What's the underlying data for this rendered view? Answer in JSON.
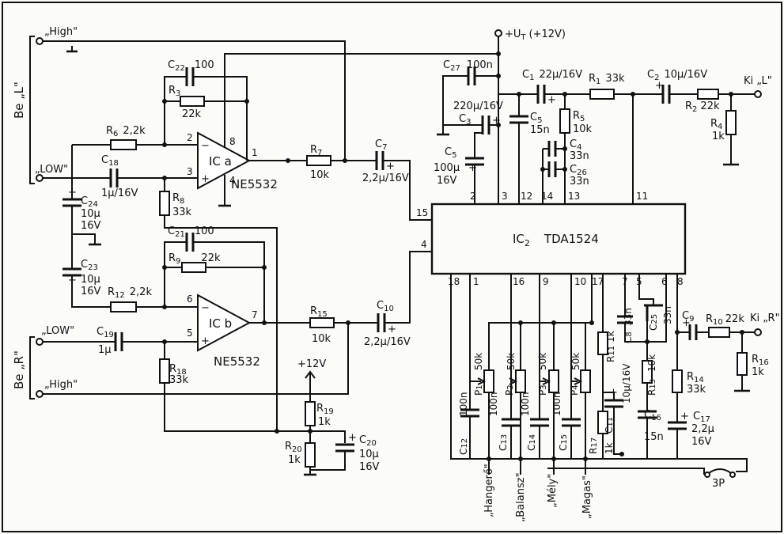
{
  "inputs": {
    "left_high": "„High\"",
    "left_low": "„LOW\"",
    "left_label": "Be „L\"",
    "right_low": "„LOW\"",
    "right_high": "„High\"",
    "right_label": "Be „R\""
  },
  "supply": {
    "ut": "+U",
    "ut_sub": "T",
    "ut_val": "(+12V)",
    "v12": "+12V"
  },
  "opamps": {
    "a_name": "IC a",
    "a_part": "NE5532",
    "b_name": "IC b",
    "b_part": "NE5532"
  },
  "ic2": {
    "name": "IC",
    "sub": "2",
    "part": "TDA1524"
  },
  "pins": {
    "top": [
      "2",
      "3",
      "12",
      "14",
      "13",
      "11"
    ],
    "left": [
      "15",
      "4"
    ],
    "bottom": [
      "18",
      "1",
      "16",
      "9",
      "10",
      "17",
      "7",
      "5",
      "6",
      "8"
    ],
    "opa": {
      "in_minus": "2",
      "in_plus": "3",
      "v_plus": "8",
      "out": "1",
      "v_minus": "4"
    },
    "opb": {
      "in_minus": "6",
      "in_plus": "5",
      "out": "7"
    }
  },
  "components": {
    "C22": [
      "C",
      "22",
      "100"
    ],
    "R3": [
      "R",
      "3",
      "22k"
    ],
    "R6": [
      "R",
      "6",
      "2,2k"
    ],
    "C18": [
      "C",
      "18",
      "1µ/16V"
    ],
    "R8": [
      "R",
      "8",
      "33k"
    ],
    "C24": [
      "C",
      "24",
      "10µ",
      "16V"
    ],
    "C23": [
      "C",
      "23",
      "10µ",
      "16V"
    ],
    "R7": [
      "R",
      "7",
      "10k"
    ],
    "C7": [
      "C",
      "7",
      "2,2µ/16V"
    ],
    "C21": [
      "C",
      "21",
      "100"
    ],
    "R9": [
      "R",
      "9",
      "22k"
    ],
    "R12": [
      "R",
      "12",
      "2,2k"
    ],
    "C19": [
      "C",
      "19",
      "1µ"
    ],
    "R18": [
      "R",
      "18",
      "33k"
    ],
    "R15": [
      "R",
      "15",
      "10k"
    ],
    "C10": [
      "C",
      "10",
      "2,2µ/16V"
    ],
    "R19": [
      "R",
      "19",
      "1k"
    ],
    "R20": [
      "R",
      "20",
      "1k"
    ],
    "C20": [
      "C",
      "20",
      "10µ",
      "16V"
    ],
    "C27": [
      "C",
      "27",
      "100n"
    ],
    "C3": [
      "C",
      "3",
      "220µ/16V"
    ],
    "C5top": [
      "C",
      "5",
      "15n"
    ],
    "C5": [
      "C",
      "5",
      "100µ",
      "16V"
    ],
    "C1": [
      "C",
      "1",
      "22µ/16V"
    ],
    "R1": [
      "R",
      "1",
      "33k"
    ],
    "R5": [
      "R",
      "5",
      "10k"
    ],
    "C4": [
      "C",
      "4",
      "33n"
    ],
    "C26": [
      "C",
      "26",
      "33n"
    ],
    "C2": [
      "C",
      "2",
      "10µ/16V"
    ],
    "R2": [
      "R",
      "2",
      "22k"
    ],
    "R4": [
      "R",
      "4",
      "1k"
    ],
    "C12": [
      "C",
      "12",
      "100n"
    ],
    "P1": [
      "P",
      "1",
      "50k"
    ],
    "C13": [
      "C",
      "13",
      "100n"
    ],
    "P2": [
      "P",
      "2",
      "50k"
    ],
    "C14": [
      "C",
      "14",
      "100n"
    ],
    "P3": [
      "P",
      "3",
      "50k"
    ],
    "C15": [
      "C",
      "15",
      "100n"
    ],
    "P4": [
      "P",
      "4",
      "50k"
    ],
    "R17": [
      "R",
      "17",
      "1k"
    ],
    "R11": [
      "R",
      "11",
      "1k"
    ],
    "C11": [
      "C",
      "11",
      "10µ/16V"
    ],
    "C8": [
      "C",
      "8",
      "33n"
    ],
    "C25": [
      "C",
      "25",
      "33n"
    ],
    "R13": [
      "R",
      "13",
      "10k"
    ],
    "C16": [
      "C",
      "16",
      "15n"
    ],
    "R14": [
      "R",
      "14",
      "33k"
    ],
    "C17": [
      "C",
      "17",
      "2,2µ",
      "16V"
    ],
    "C9": [
      "C",
      "9",
      ""
    ],
    "R10": [
      "R",
      "10",
      "22k"
    ],
    "R16": [
      "R",
      "16",
      "1k"
    ]
  },
  "outputs": {
    "left": "Ki „L\"",
    "right": "Ki „R\""
  },
  "controls": {
    "volume": "„Hangerő\"",
    "balance": "„Balansz\"",
    "bass": "„Mély\"",
    "treble": "„Magas\"",
    "switch": "3P"
  }
}
